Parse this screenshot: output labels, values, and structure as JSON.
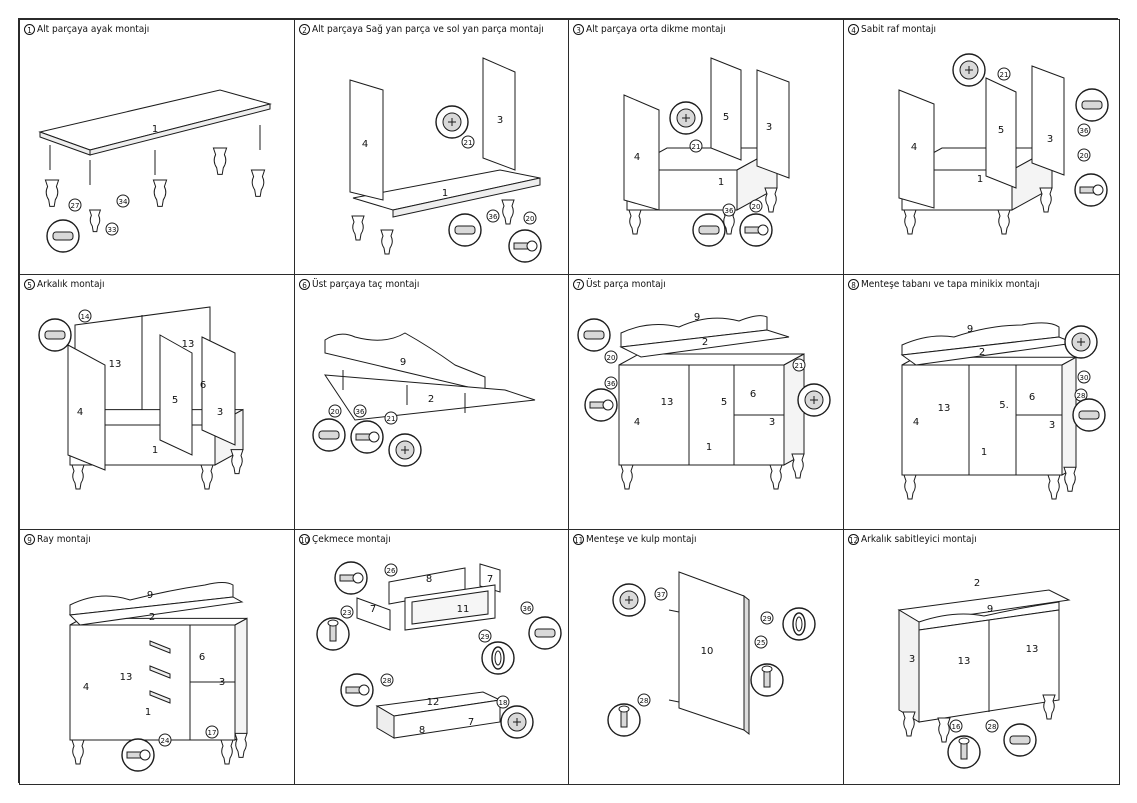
{
  "steps": [
    {
      "num": "1",
      "title": "Alt parçaya ayak montajı",
      "labels": {
        "part_main": "1",
        "callout_a": "34",
        "callout_b": "27",
        "callout_c": "33"
      }
    },
    {
      "num": "2",
      "title": "Alt parçaya Sağ yan parça ve sol yan parça montajı",
      "labels": {
        "left_panel": "4",
        "right_panel": "3",
        "bottom": "1",
        "callout_a": "21",
        "callout_b": "36",
        "callout_c": "20"
      }
    },
    {
      "num": "3",
      "title": "Alt parçaya orta dikme montajı",
      "labels": {
        "left_panel": "4",
        "middle": "5",
        "right_panel": "3",
        "bottom": "1",
        "callout_a": "21",
        "callout_b": "36",
        "callout_c": "20"
      }
    },
    {
      "num": "4",
      "title": "Sabit raf montajı",
      "labels": {
        "left_panel": "4",
        "middle": "5",
        "right_panel": "3",
        "bottom": "1",
        "callout_a": "21",
        "callout_b": "36",
        "callout_c": "20"
      }
    },
    {
      "num": "5",
      "title": "Arkalık montajı",
      "labels": {
        "left_panel": "4",
        "back_left": "13",
        "back_right": "13",
        "middle": "5",
        "shelf": "6",
        "right_panel": "3",
        "bottom": "1",
        "callout_a": "14"
      }
    },
    {
      "num": "6",
      "title": "Üst parçaya taç montajı",
      "labels": {
        "crown": "9",
        "top": "2",
        "callout_a": "20",
        "callout_b": "36",
        "callout_c": "21"
      }
    },
    {
      "num": "7",
      "title": "Üst parça montajı",
      "labels": {
        "crown": "9",
        "top": "2",
        "left_panel": "4",
        "back": "13",
        "middle": "5",
        "shelf": "6",
        "right_panel": "3",
        "bottom": "1",
        "callout_a": "20",
        "callout_b": "36",
        "callout_c": "21"
      }
    },
    {
      "num": "8",
      "title": "Menteşe tabanı ve tapa minikix montajı",
      "labels": {
        "crown": "9",
        "top": "2",
        "left_panel": "4",
        "back": "13",
        "middle": "5.",
        "shelf": "6",
        "right_panel": "3",
        "bottom": "1",
        "callout_a": "30",
        "callout_b": "28"
      }
    },
    {
      "num": "9",
      "title": "Ray montajı",
      "labels": {
        "crown": "9",
        "top": "2",
        "left_panel": "4",
        "back": "13",
        "shelf": "6",
        "right_panel": "3",
        "bottom": "1",
        "callout_a": "24",
        "callout_b": "17"
      }
    },
    {
      "num": "10",
      "title": "Çekmece montajı",
      "labels": {
        "back": "8",
        "side_left": "7",
        "side_right": "7",
        "front": "11",
        "bottom_panel": "12",
        "front_lower": "8",
        "side_lower": "7",
        "callout_a": "26",
        "callout_b": "23",
        "callout_c": "36",
        "callout_d": "29",
        "callout_e": "28",
        "callout_f": "18"
      }
    },
    {
      "num": "11",
      "title": "Menteşe ve kulp montajı",
      "labels": {
        "door": "10",
        "callout_a": "37",
        "callout_b": "29",
        "callout_c": "25",
        "callout_d": "28"
      }
    },
    {
      "num": "12",
      "title": "Arkalık sabitleyici montajı",
      "labels": {
        "top": "2",
        "crown": "9",
        "right_panel": "3",
        "door_left": "13",
        "door_right": "13",
        "callout_a": "16",
        "callout_b": "28"
      }
    }
  ],
  "colors": {
    "line": "#1c1c1c",
    "fill": "#ffffff",
    "shade": "#d9d9d9"
  }
}
